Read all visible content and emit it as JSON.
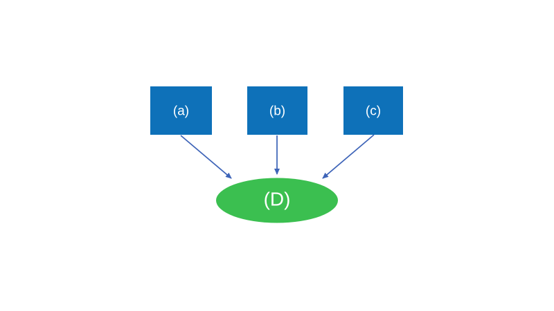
{
  "diagram": {
    "background": "#FFFFFF",
    "arrow_color": "#3E64B8",
    "nodes": [
      {
        "id": "a",
        "label": "(a)",
        "shape": "rectangle",
        "fill": "#0E71B9",
        "text_color": "#FFFFFF"
      },
      {
        "id": "b",
        "label": "(b)",
        "shape": "rectangle",
        "fill": "#0E71B9",
        "text_color": "#FFFFFF"
      },
      {
        "id": "c",
        "label": "(c)",
        "shape": "rectangle",
        "fill": "#0E71B9",
        "text_color": "#FFFFFF"
      },
      {
        "id": "D",
        "label": "(D)",
        "shape": "ellipse",
        "fill": "#3BBF50",
        "text_color": "#FFFFFF"
      }
    ],
    "edges": [
      {
        "from": "a",
        "to": "D",
        "style": "arrow"
      },
      {
        "from": "b",
        "to": "D",
        "style": "arrow"
      },
      {
        "from": "c",
        "to": "D",
        "style": "arrow"
      }
    ]
  }
}
